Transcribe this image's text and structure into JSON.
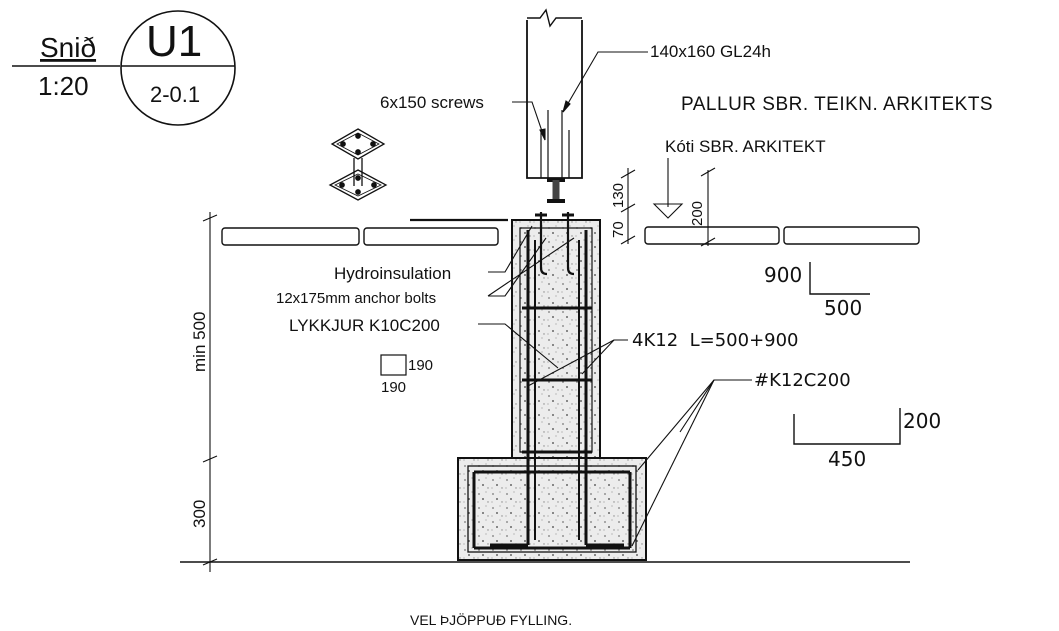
{
  "title_block": {
    "section_label": "Snið",
    "scale": "1:20",
    "detail_id": "U1",
    "sheet_ref": "2-0.1"
  },
  "callouts": {
    "post": "140x160 GL24h",
    "screws": "6x150 screws",
    "deck": "PALLUR SBR. TEIKN. ARKITEKTS",
    "level": "Kóti SBR. ARKITEKT",
    "hydroinsulation": "Hydroinsulation",
    "anchor_bolts": "12x175mm anchor bolts",
    "stirrups": "LYKKJUR K10C200",
    "vertical_bars": "4K12  L=500+900",
    "mesh": "#K12C200",
    "fill_note": "VEL ÞJÖPPUÐ FYLLING."
  },
  "dimensions": {
    "d70": "70",
    "d130": "130",
    "d200_level": "200",
    "min500": "min 500",
    "d300": "300",
    "col_side_a": "190",
    "col_side_b": "190",
    "bar_900": "900",
    "bar_500": "500",
    "bar_200": "200",
    "bar_450": "450"
  }
}
